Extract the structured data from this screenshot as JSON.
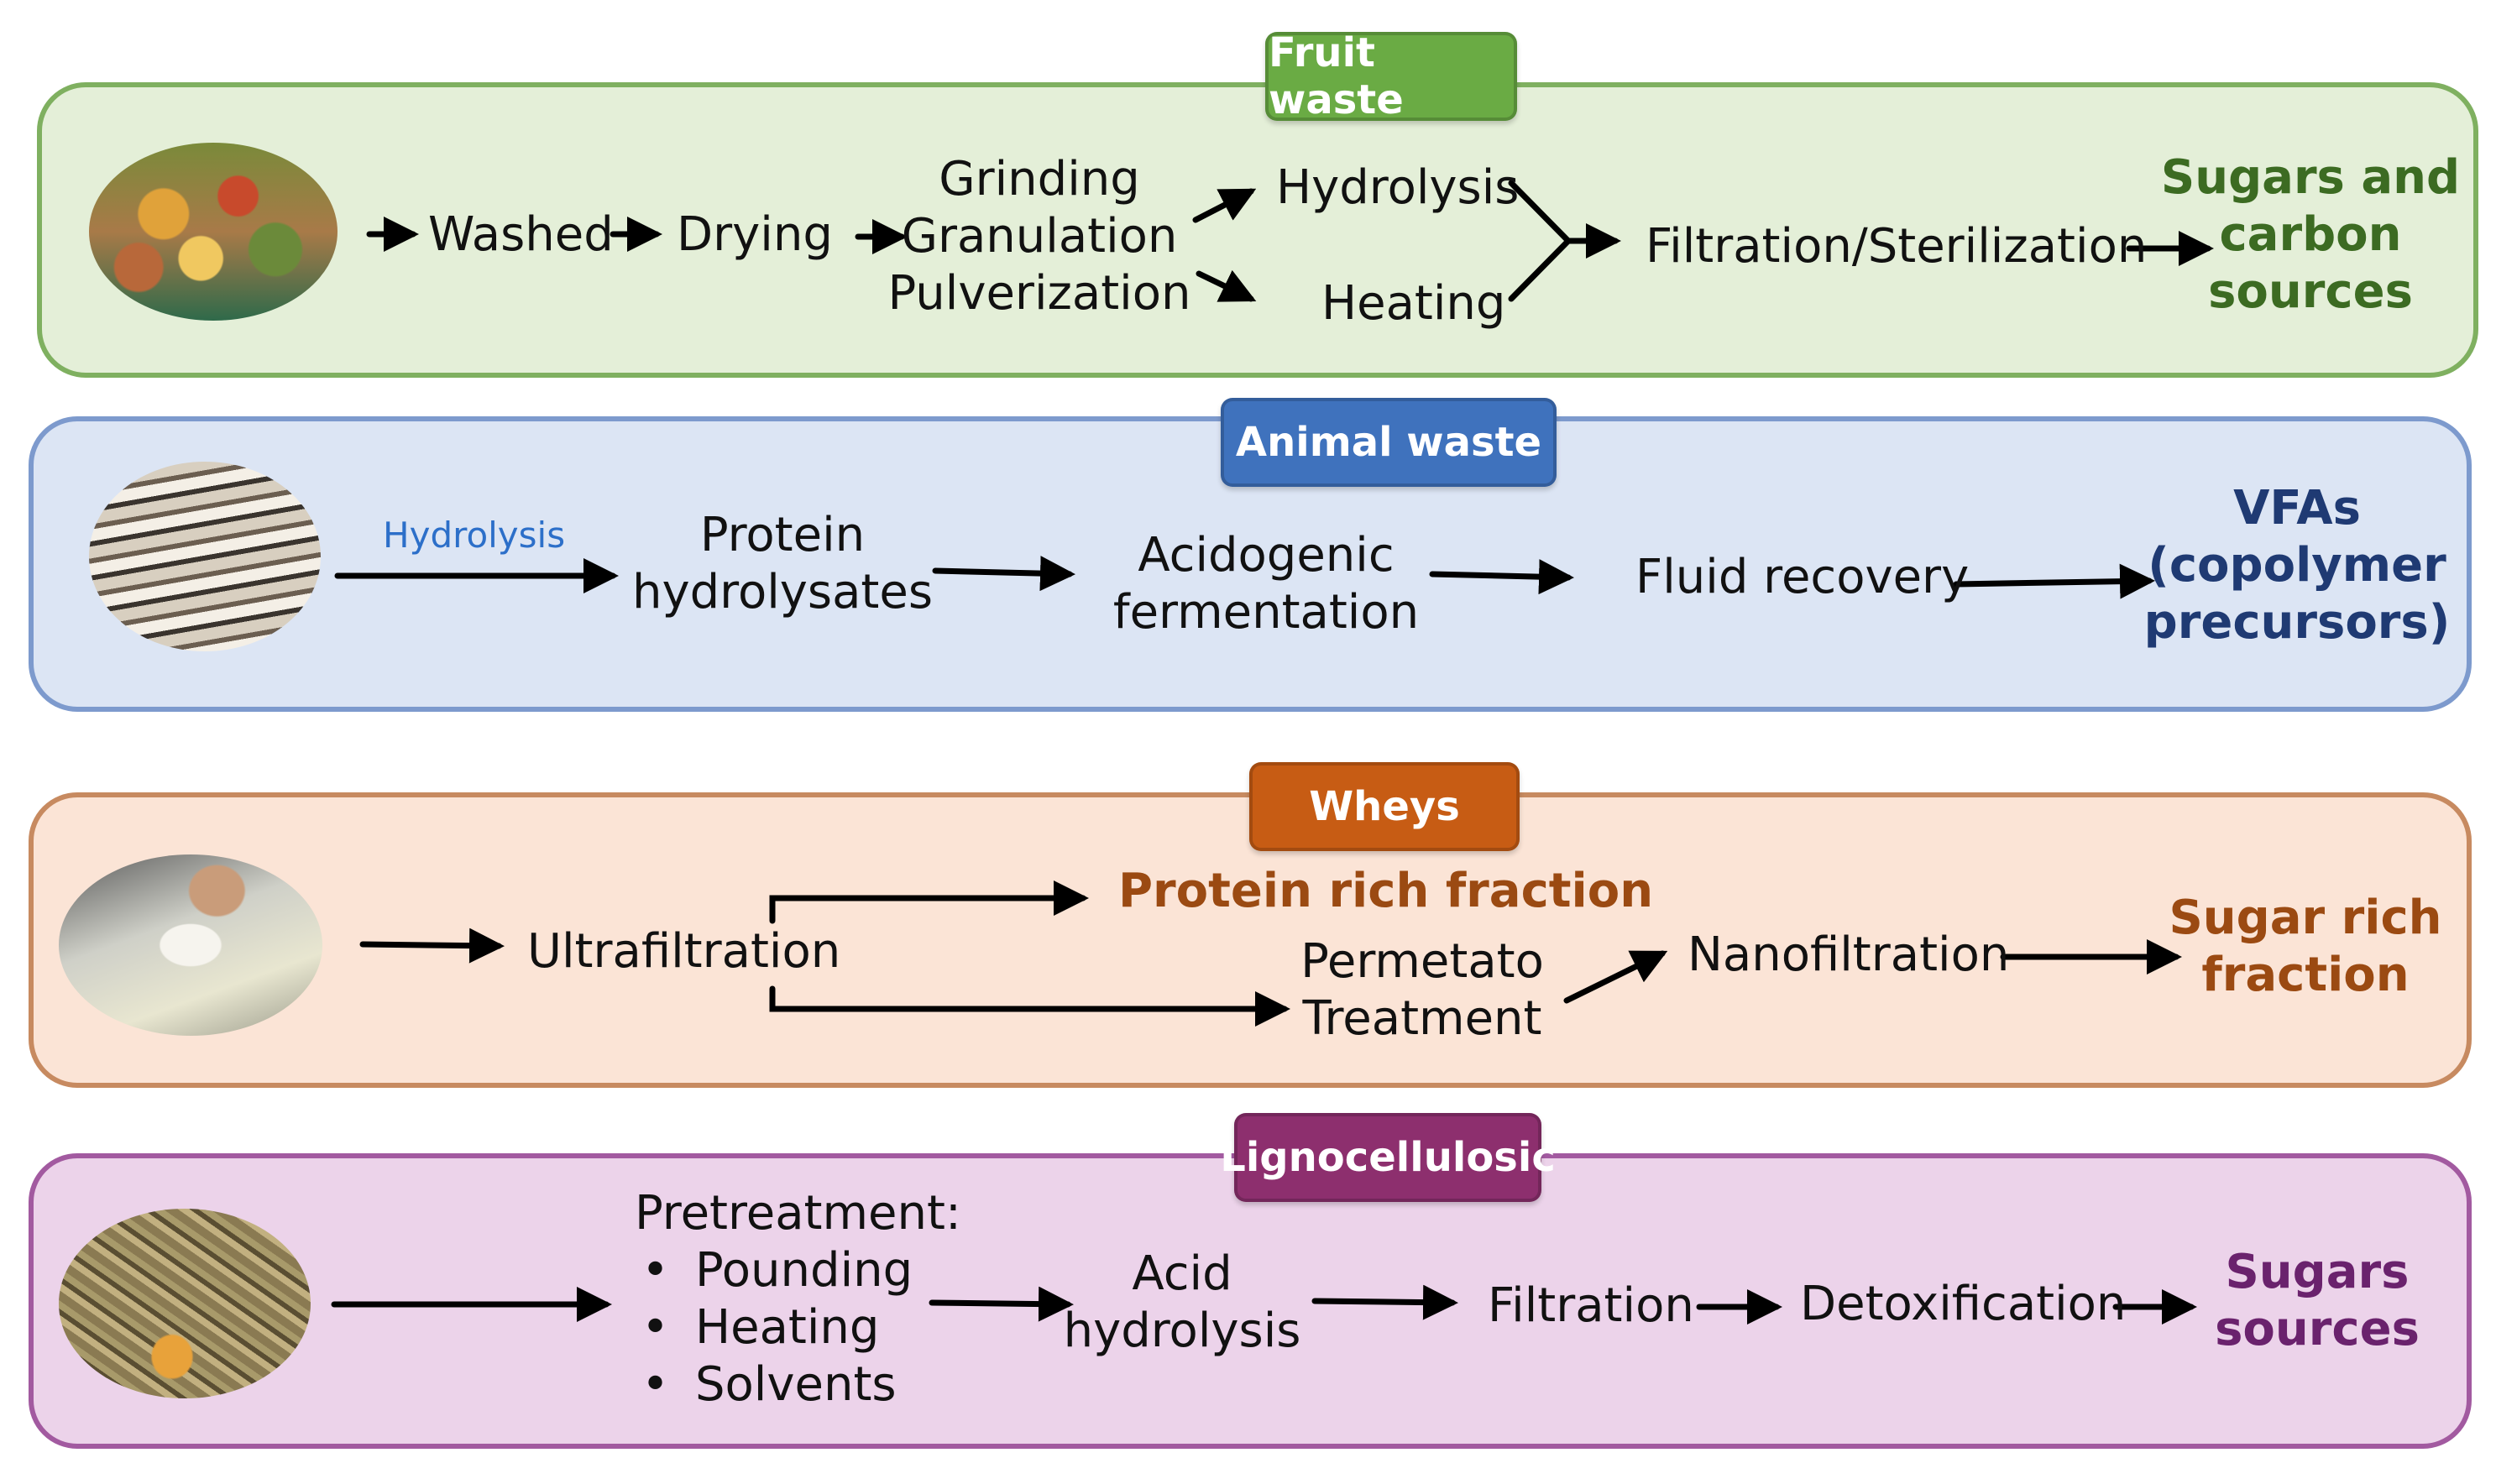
{
  "colors": {
    "fruit_fill": "#e4efd8",
    "fruit_border": "#7fb060",
    "fruit_badge": "#6aab44",
    "fruit_text": "#3c6b22",
    "animal_fill": "#dce5f4",
    "animal_border": "#7d9acd",
    "animal_badge": "#3f72bd",
    "animal_text": "#1f3a73",
    "whey_fill": "#fbe4d6",
    "whey_border": "#c78a60",
    "whey_badge": "#c75c14",
    "whey_text": "#9b4a12",
    "ligno_fill": "#ecd3ea",
    "ligno_border": "#a25aa0",
    "ligno_badge": "#8d2f6e",
    "ligno_text": "#6a226d"
  },
  "fruit": {
    "title": "Fruit waste",
    "photo": "fruit-pile-photo",
    "washed": "Washed",
    "drying": "Drying",
    "grinding": [
      "Grinding",
      "Granulation",
      "Pulverization"
    ],
    "hydrolysis": "Hydrolysis",
    "heating": "Heating",
    "filtration": "Filtration/Sterilization",
    "output": [
      "Sugars and",
      "carbon",
      "sources"
    ]
  },
  "animal": {
    "title": "Animal waste",
    "photo": "animal-hides-photo",
    "hydrolysis_label": "Hydrolysis",
    "protein": [
      "Protein",
      "hydrolysates"
    ],
    "acidogenic": [
      "Acidogenic",
      "fermentation"
    ],
    "fluid": "Fluid recovery",
    "output": [
      "VFAs",
      "(copolymer",
      "precursors)"
    ]
  },
  "whey": {
    "title": "Wheys",
    "photo": "whey-curd-photo",
    "ultra": "Ultrafiltration",
    "protein_rich": "Protein rich fraction",
    "permetato": [
      "Permetato",
      "Treatment"
    ],
    "nano": "Nanofiltration",
    "output": [
      "Sugar rich",
      "fraction"
    ]
  },
  "ligno": {
    "title": "Lignocellulosic",
    "photo": "corn-stover-photo",
    "pretreatment": "Pretreatment:",
    "bullets": [
      "Pounding",
      "Heating",
      "Solvents"
    ],
    "acid": [
      "Acid",
      "hydrolysis"
    ],
    "filtration": "Filtration",
    "detox": "Detoxification",
    "output": [
      "Sugars",
      "sources"
    ]
  }
}
